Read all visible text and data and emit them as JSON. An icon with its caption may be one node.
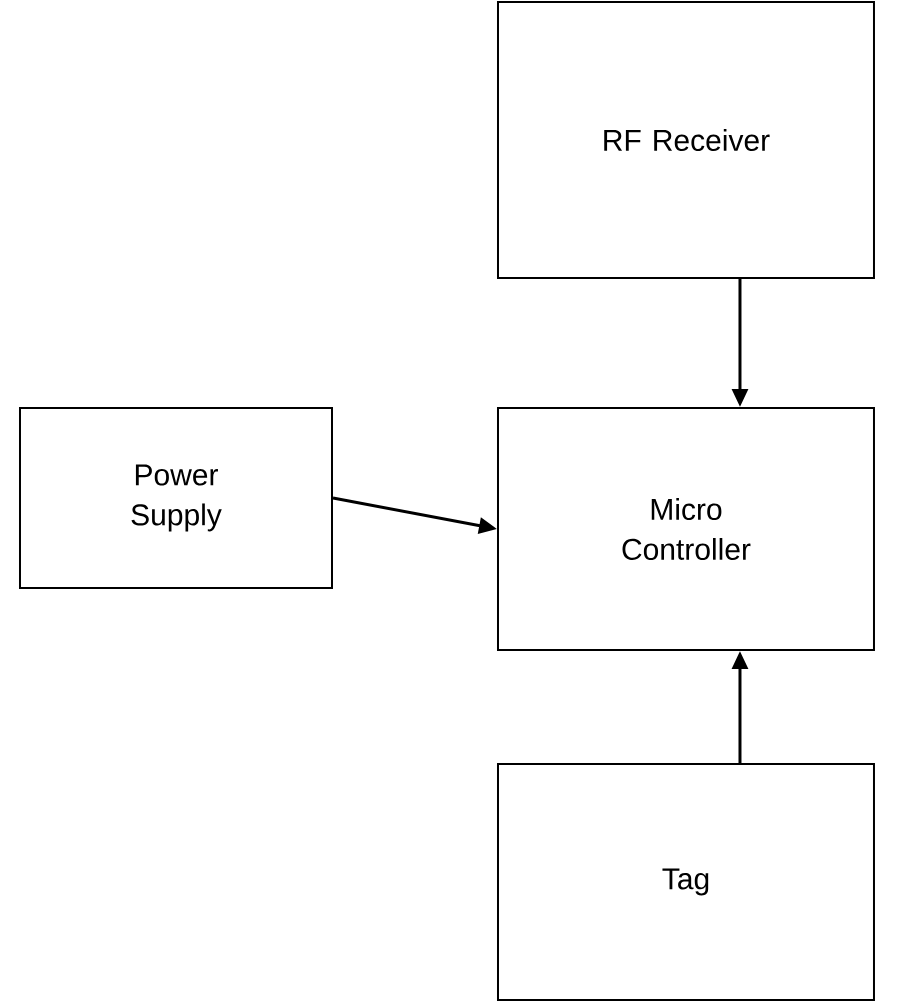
{
  "diagram": {
    "nodes": [
      {
        "text": [
          "RF Receiver"
        ]
      },
      {
        "text": [
          "Power Supply"
        ]
      },
      {
        "text": [
          "Micro Controller"
        ]
      },
      {
        "text": [
          "Tag"
        ]
      }
    ],
    "edges": [
      {
        "from": 0,
        "to": 2,
        "arrow": "to"
      },
      {
        "from": 1,
        "to": 2,
        "arrow": "to"
      },
      {
        "from": 3,
        "to": 2,
        "arrow": "to"
      }
    ]
  }
}
